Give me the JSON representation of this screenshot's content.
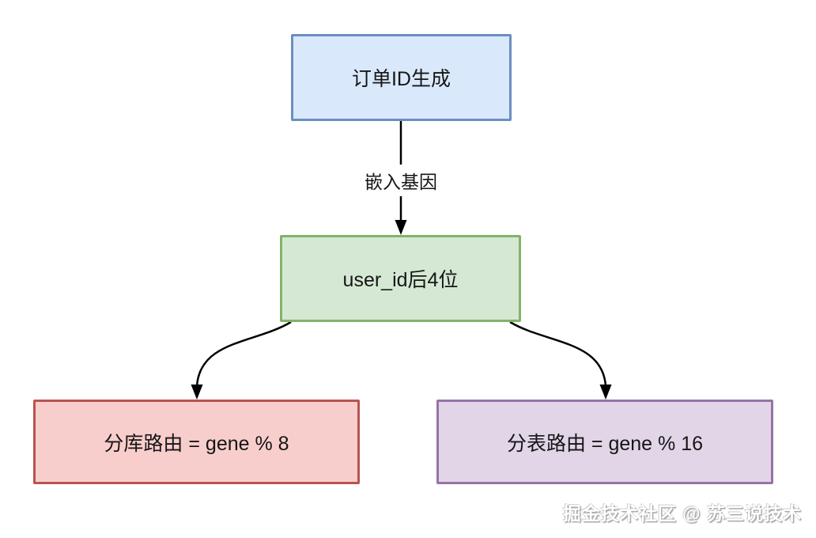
{
  "diagram": {
    "background": "#ffffff",
    "edge_color": "#000000",
    "nodes": [
      {
        "id": "order-id-node",
        "label": "订单ID生成",
        "fill": "#dae8fc",
        "stroke": "#6c8ebf"
      },
      {
        "id": "gene-node",
        "label": "user_id后4位",
        "fill": "#d5e8d4",
        "stroke": "#82b366"
      },
      {
        "id": "db-route-node",
        "label": "分库路由 = gene % 8",
        "fill": "#f8cecc",
        "stroke": "#b85450"
      },
      {
        "id": "table-route-node",
        "label": "分表路由 = gene % 16",
        "fill": "#e1d5e7",
        "stroke": "#9673a6"
      }
    ],
    "edges": [
      {
        "from": "order-id-node",
        "to": "gene-node",
        "label": "嵌入基因"
      },
      {
        "from": "gene-node",
        "to": "db-route-node",
        "label": ""
      },
      {
        "from": "gene-node",
        "to": "table-route-node",
        "label": ""
      }
    ],
    "watermark": "掘金技术社区 @ 苏三说技术"
  }
}
